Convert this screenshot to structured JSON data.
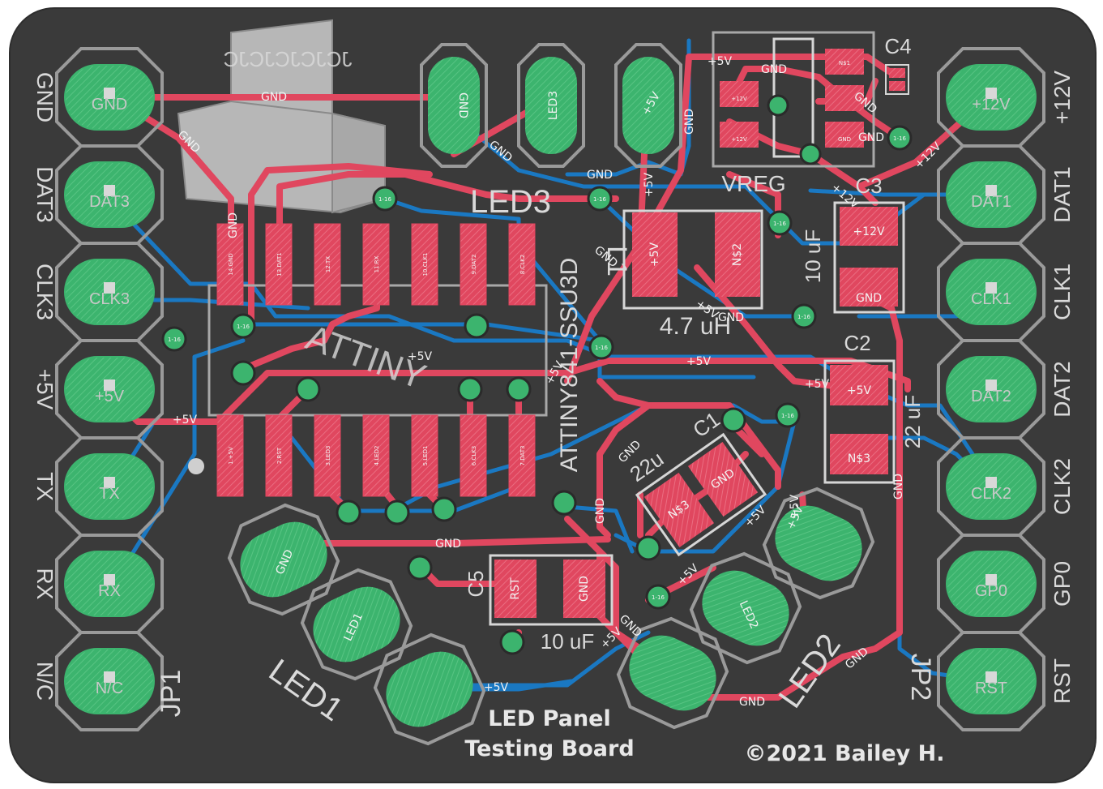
{
  "board": {
    "title_line1": "LED Panel",
    "title_line2": "Testing Board",
    "copyright": "©2021 Bailey H."
  },
  "headers": {
    "left": {
      "name": "JP1",
      "pins": [
        "GND",
        "DAT3",
        "CLK3",
        "+5V",
        "TX",
        "RX",
        "N/C"
      ],
      "pad_labels": [
        "GND",
        "DAT3",
        "CLK3",
        "+5V",
        "TX",
        "RX",
        "N/C"
      ]
    },
    "right": {
      "name": "JP2",
      "pins": [
        "+12V",
        "DAT1",
        "CLK1",
        "DAT2",
        "CLK2",
        "GP0",
        "RST"
      ],
      "pad_labels": [
        "+12V",
        "DAT1",
        "CLK1",
        "DAT2",
        "CLK2",
        "GP0",
        "RST"
      ]
    }
  },
  "components": {
    "attiny": {
      "ref": "ATTINY",
      "value": "ATTINY841-SSU3D",
      "top_pins": [
        "14.GND",
        "13.DAT1",
        "12.TX",
        "11.RX",
        "10.CLK1",
        "9.DAT2",
        "8.CLK2"
      ],
      "bottom_pins": [
        "1.+5V",
        "2.RST",
        "3.LED3",
        "4.LED2",
        "5.LED1",
        "6.CLK3",
        "7.DAT3"
      ]
    },
    "vreg": {
      "ref": "VREG",
      "pins": [
        "N$1",
        "+12V",
        "+12V",
        "GND"
      ]
    },
    "c1": {
      "ref": "C1",
      "value": "22u",
      "pad1": "N$3",
      "pad2": "GND"
    },
    "c2": {
      "ref": "C2",
      "value": "22 uF",
      "pad1": "+5V",
      "pad2": "N$3"
    },
    "c3": {
      "ref": "C3",
      "value": "10 uF",
      "pad1": "+12V",
      "pad2": "GND"
    },
    "c4": {
      "ref": "C4"
    },
    "c5": {
      "ref": "C5",
      "value": "10 uF",
      "pad1": "RST",
      "pad2": "GND"
    },
    "l1": {
      "ref": "L1",
      "value": "4.7 uH",
      "pad1": "N$2",
      "pad2": "+5V"
    },
    "led1": {
      "ref": "LED1",
      "pads": [
        "GND",
        "LED1",
        "+5V"
      ]
    },
    "led2": {
      "ref": "LED2",
      "pads": [
        "+5V",
        "LED2",
        "GND"
      ]
    },
    "led3": {
      "ref": "LED3",
      "pads": [
        "GND",
        "LED3",
        "+5V"
      ]
    },
    "mirrored_text": "JCJCJCJCJC"
  },
  "nets": {
    "gnd": "GND",
    "v5": "+5V",
    "v12": "+12V",
    "via": "1-16"
  },
  "colors": {
    "board": "#3a3a3a",
    "copper_top": "#e0475f",
    "copper_bottom": "#1a78c2",
    "pad": "#3cb46e",
    "silkscreen": "#cfcfcf",
    "outline": "#9a9a9a"
  }
}
